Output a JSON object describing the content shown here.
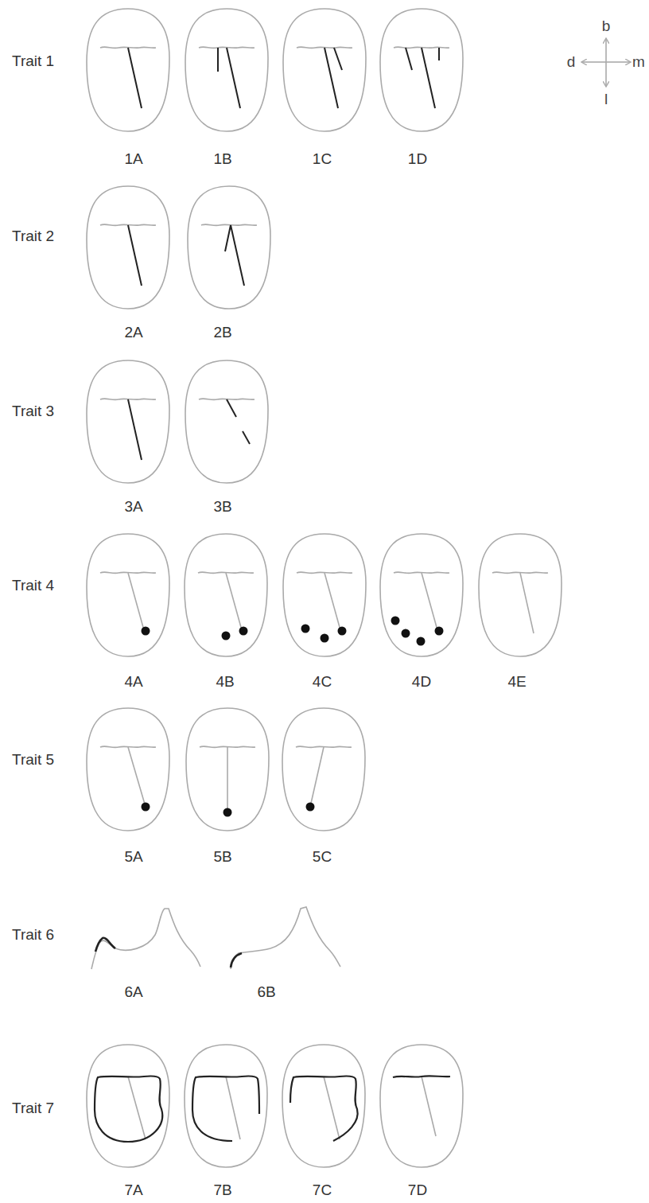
{
  "diagram": {
    "labels": [
      "b",
      "Trait 1",
      "d",
      "m",
      "l",
      "1A",
      "1B",
      "1C",
      "1D",
      "Trait 2",
      "2A",
      "2B",
      "Trait 3",
      "3A",
      "3B",
      "Trait 4",
      "4A",
      "4B",
      "4C",
      "4D",
      "4E",
      "Trait 5",
      "5A",
      "5B",
      "5C",
      "Trait 6",
      "6A",
      "6B",
      "Trait 7",
      "7A",
      "7B",
      "7C",
      "7D"
    ]
  }
}
